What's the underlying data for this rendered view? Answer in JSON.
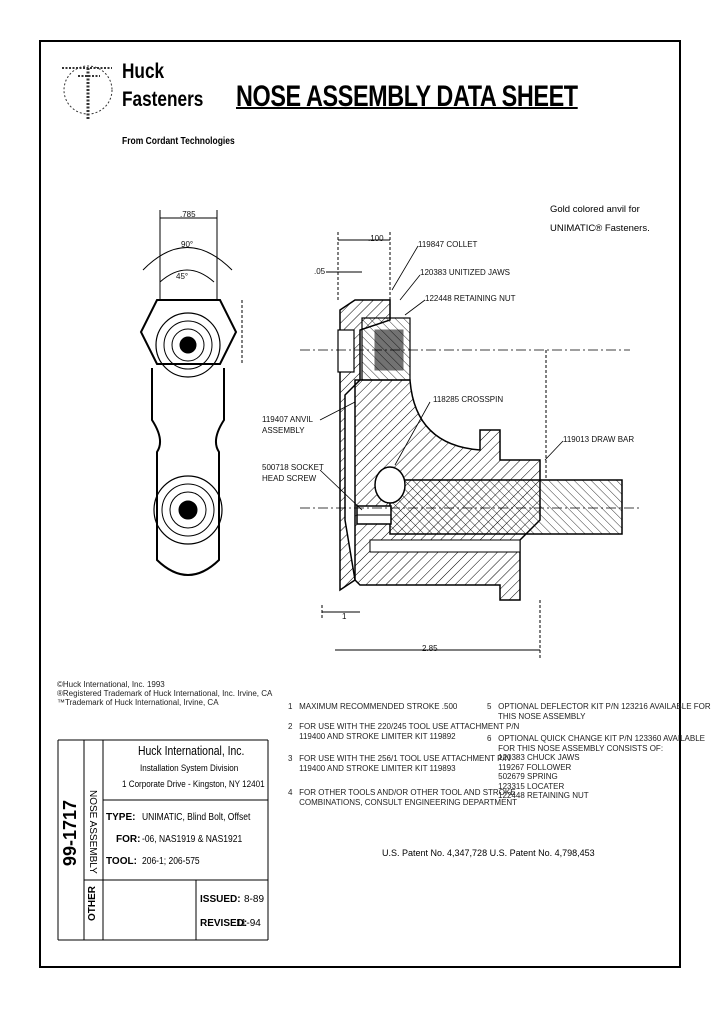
{
  "company": {
    "logo_line1": "Huck",
    "logo_line2": "Fasteners",
    "subtitle": "From Cordant Technologies"
  },
  "title": "NOSE ASSEMBLY DATA SHEET",
  "anvil_note": {
    "line1": "Gold colored anvil for",
    "line2": "UNIMATIC® Fasteners."
  },
  "dimensions": {
    "width_top": ".785",
    "angle_outer": "90°",
    "angle_inner": "45°",
    "dim_100": ".100",
    "dim_05": ".05",
    "dim_bottom_left": "1",
    "dim_overall": "2.85"
  },
  "part_labels": {
    "collet": "119847 COLLET",
    "jaws": "120383 UNITIZED JAWS",
    "retaining_nut": "122448 RETAINING NUT",
    "crosspin": "118285 CROSSPIN",
    "anvil": "119407 ANVIL\nASSEMBLY",
    "draw_bar": "119013 DRAW BAR",
    "socket_screw": "500718 SOCKET\nHEAD SCREW"
  },
  "trademarks": [
    "©Huck International, Inc. 1993",
    "®Registered Trademark of Huck International, Inc. Irvine, CA",
    "™Trademark of Huck International, Irvine, CA"
  ],
  "notes": [
    "1   MAXIMUM RECOMMENDED STROKE .500",
    "2   FOR USE WITH THE 220/245 TOOL USE ATTACHMENT P/N\n     119400 AND STROKE LIMITER KIT 119892",
    "3   FOR USE WITH THE 256/1 TOOL USE ATTACHMENT P/N\n     119400 AND STROKE LIMITER KIT 119893",
    "4   FOR OTHER TOOLS AND/OR OTHER TOOL AND STROKE\n     COMBINATIONS, CONSULT ENGINEERING DEPARTMENT",
    "5   OPTIONAL DEFLECTOR KIT P/N 123216 AVAILABLE FOR\n     THIS NOSE ASSEMBLY",
    "6   OPTIONAL QUICK CHANGE KIT P/N 123360 AVAILABLE\n     FOR THIS NOSE ASSEMBLY CONSISTS OF:\n     120383 CHUCK JAWS\n     119267 FOLLOWER\n     502679 SPRING\n     123315 LOCATER\n     122448 RETAINING NUT"
  ],
  "patent": "U.S. Patent No. 4,347,728   U.S. Patent No. 4,798,453",
  "title_block": {
    "doc_number": "99-1717",
    "side_label": "NOSE ASSEMBLY",
    "other_label": "OTHER",
    "company": "Huck International, Inc.",
    "division": "Installation System Division",
    "address": "1 Corporate Drive - Kingston, NY 12401",
    "type_label": "TYPE:",
    "type_value": "UNIMATIC, Blind Bolt, Offset",
    "for_label": "FOR:",
    "for_value": "-06, NAS1919 & NAS1921",
    "tool_label": "TOOL:",
    "tool_value": "206-1; 206-575",
    "issued_label": "ISSUED:",
    "issued_value": "8-89",
    "revised_label": "REVISED:",
    "revised_value": "11-94"
  }
}
